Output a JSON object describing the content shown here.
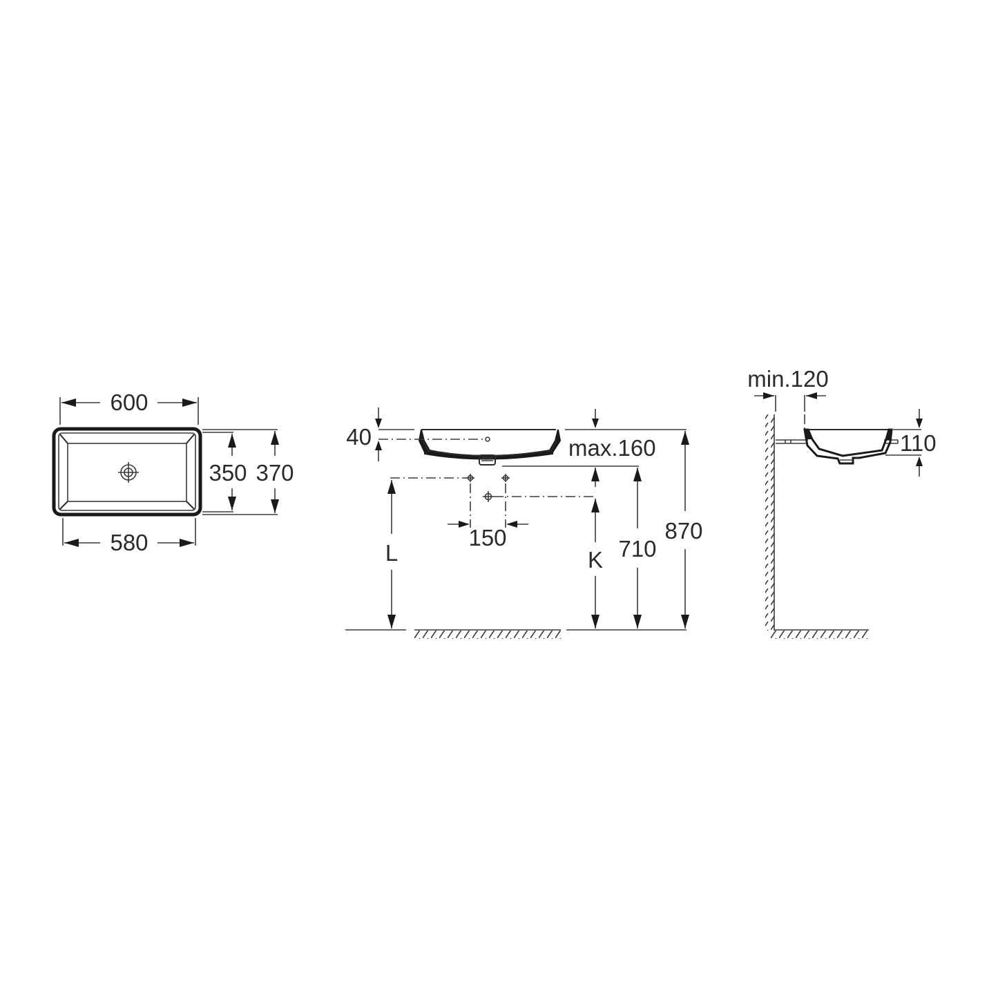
{
  "drawing": {
    "colors": {
      "line": "#2a2a2a",
      "background": "#ffffff"
    },
    "plan_view": {
      "overall_width": "600",
      "inner_width": "580",
      "inner_depth": "350",
      "overall_depth": "370"
    },
    "front_view": {
      "rim_to_tap_axis": "40",
      "max_drain_depth": "max.160",
      "tap_spacing": "150",
      "label_L": "L",
      "label_K": "K",
      "height_710": "710",
      "height_870": "870"
    },
    "side_view": {
      "min_wall_distance": "min.120",
      "basin_height": "110"
    }
  }
}
